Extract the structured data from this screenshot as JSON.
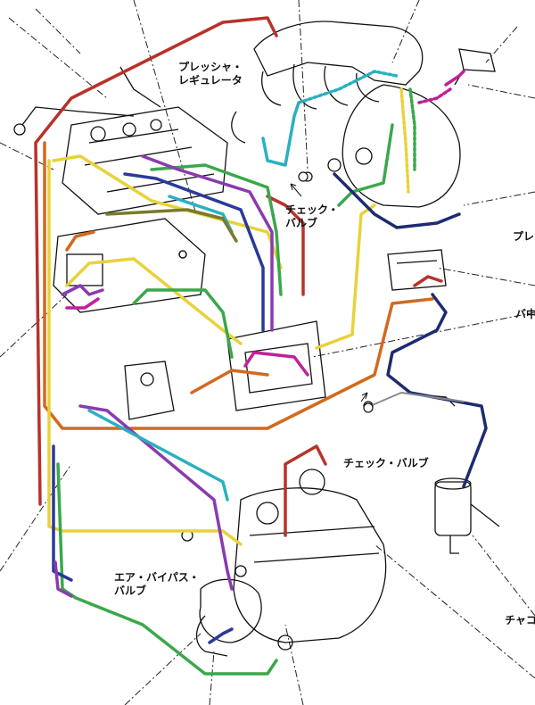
{
  "labels": {
    "pressure_regulator": [
      "プレッシャ・",
      "レギュレータ"
    ],
    "check_valve_top": [
      "チェック・",
      "バルブ"
    ],
    "check_valve_right": "チェック・バルブ",
    "air_bypass_valve": [
      "エア・バイパス・",
      "バルブ"
    ],
    "edge_label_pure": "プレ",
    "edge_label_bachu": "バ中",
    "edge_label_chako": "チャコ"
  },
  "hose_colors": {
    "red": "#b8322a",
    "orange": "#d2691e",
    "yellow": "#e8d23a",
    "green": "#3aa84a",
    "blue": "#2a3a9a",
    "navy": "#1f2b6e",
    "purple": "#8a3ab0",
    "magenta": "#c0209a",
    "cyan": "#2ab0c0",
    "olive": "#7a7a2a",
    "gray": "#888888"
  }
}
